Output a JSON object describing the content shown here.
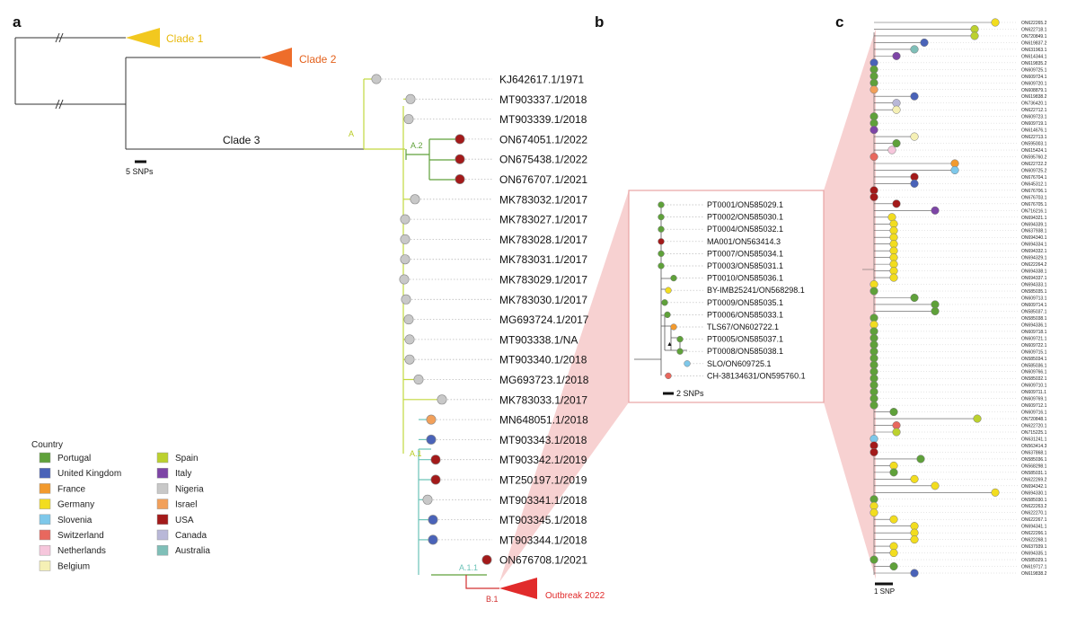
{
  "panels": {
    "a": "a",
    "b": "b",
    "c": "c"
  },
  "panel_a": {
    "clade1": "Clade 1",
    "clade2": "Clade 2",
    "clade3": "Clade 3",
    "scale": "5 SNPs",
    "node_labels": {
      "A": "A",
      "A2": "A.2",
      "A1": "A.1",
      "A11": "A.1.1",
      "B1": "B.1"
    },
    "outbreak": "Outbreak 2022",
    "leaves": [
      {
        "label": "KJ642617.1/1971",
        "color": "#c8c8c8"
      },
      {
        "label": "MT903337.1/2018",
        "color": "#c8c8c8"
      },
      {
        "label": "MT903339.1/2018",
        "color": "#c8c8c8"
      },
      {
        "label": "ON674051.1/2022",
        "color": "#a31a1a"
      },
      {
        "label": "ON675438.1/2022",
        "color": "#a31a1a"
      },
      {
        "label": "ON676707.1/2021",
        "color": "#a31a1a"
      },
      {
        "label": "MK783032.1/2017",
        "color": "#c8c8c8"
      },
      {
        "label": "MK783027.1/2017",
        "color": "#c8c8c8"
      },
      {
        "label": "MK783028.1/2017",
        "color": "#c8c8c8"
      },
      {
        "label": "MK783031.1/2017",
        "color": "#c8c8c8"
      },
      {
        "label": "MK783029.1/2017",
        "color": "#c8c8c8"
      },
      {
        "label": "MK783030.1/2017",
        "color": "#c8c8c8"
      },
      {
        "label": "MG693724.1/2017",
        "color": "#c8c8c8"
      },
      {
        "label": "MT903338.1/NA",
        "color": "#c8c8c8"
      },
      {
        "label": "MT903340.1/2018",
        "color": "#c8c8c8"
      },
      {
        "label": "MG693723.1/2018",
        "color": "#c8c8c8"
      },
      {
        "label": "MK783033.1/2017",
        "color": "#c8c8c8"
      },
      {
        "label": "MN648051.1/2018",
        "color": "#f2a05a"
      },
      {
        "label": "MT903343.1/2018",
        "color": "#4a63b8"
      },
      {
        "label": "MT903342.1/2019",
        "color": "#a31a1a"
      },
      {
        "label": "MT250197.1/2019",
        "color": "#a31a1a"
      },
      {
        "label": "MT903341.1/2018",
        "color": "#c8c8c8"
      },
      {
        "label": "MT903345.1/2018",
        "color": "#4a63b8"
      },
      {
        "label": "MT903344.1/2018",
        "color": "#4a63b8"
      },
      {
        "label": "ON676708.1/2021",
        "color": "#a31a1a"
      }
    ]
  },
  "panel_b": {
    "scale": "2 SNPs",
    "leaves": [
      {
        "label": "PT0001/ON585029.1",
        "color": "#5fa13a"
      },
      {
        "label": "PT0002/ON585030.1",
        "color": "#5fa13a"
      },
      {
        "label": "PT0004/ON585032.1",
        "color": "#5fa13a"
      },
      {
        "label": "MA001/ON563414.3",
        "color": "#a31a1a"
      },
      {
        "label": "PT0007/ON585034.1",
        "color": "#5fa13a"
      },
      {
        "label": "PT0003/ON585031.1",
        "color": "#5fa13a"
      },
      {
        "label": "PT0010/ON585036.1",
        "color": "#5fa13a"
      },
      {
        "label": "BY-IMB25241/ON568298.1",
        "color": "#f2dd1f"
      },
      {
        "label": "PT0009/ON585035.1",
        "color": "#5fa13a"
      },
      {
        "label": "PT0006/ON585033.1",
        "color": "#5fa13a"
      },
      {
        "label": "TLS67/ON602722.1",
        "color": "#f29a2e"
      },
      {
        "label": "PT0005/ON585037.1",
        "color": "#5fa13a"
      },
      {
        "label": "PT0008/ON585038.1",
        "color": "#5fa13a"
      },
      {
        "label": "SLO/ON609725.1",
        "color": "#7ec8ea"
      },
      {
        "label": "CH-38134631/ON595760.1",
        "color": "#e8685e"
      }
    ]
  },
  "panel_c": {
    "scale": "1 SNP",
    "leaves": [
      {
        "label": "ON622265.2",
        "color": "#f2dd1f"
      },
      {
        "label": "ON622718.1",
        "color": "#bcd12e"
      },
      {
        "label": "ON720849.1",
        "color": "#bcd12e"
      },
      {
        "label": "ON619837.2",
        "color": "#4a63b8"
      },
      {
        "label": "ON631963.1",
        "color": "#7fbfb8"
      },
      {
        "label": "ON614344.1",
        "color": "#7d45a6"
      },
      {
        "label": "ON619835.2",
        "color": "#4a63b8"
      },
      {
        "label": "ON609725.1",
        "color": "#5fa13a"
      },
      {
        "label": "ON609724.1",
        "color": "#5fa13a"
      },
      {
        "label": "ON609720.1",
        "color": "#5fa13a"
      },
      {
        "label": "ON608879.1",
        "color": "#f2a05a"
      },
      {
        "label": "ON619838.2",
        "color": "#4a63b8"
      },
      {
        "label": "ON736420.1",
        "color": "#b9b8d8"
      },
      {
        "label": "ON622712.1",
        "color": "#f5f0b5"
      },
      {
        "label": "ON609723.1",
        "color": "#5fa13a"
      },
      {
        "label": "ON609719.1",
        "color": "#5fa13a"
      },
      {
        "label": "ON614676.1",
        "color": "#7d45a6"
      },
      {
        "label": "ON622713.1",
        "color": "#f5f0b5"
      },
      {
        "label": "ON595003.1",
        "color": "#5fa13a"
      },
      {
        "label": "ON615424.1",
        "color": "#f6c6dc"
      },
      {
        "label": "ON595760.2",
        "color": "#e8685e"
      },
      {
        "label": "ON622722.2",
        "color": "#f29a2e"
      },
      {
        "label": "ON609725.2",
        "color": "#7ec8ea"
      },
      {
        "label": "ON676704.1",
        "color": "#a31a1a"
      },
      {
        "label": "ON645312.1",
        "color": "#4a63b8"
      },
      {
        "label": "ON676706.1",
        "color": "#a31a1a"
      },
      {
        "label": "ON676703.1",
        "color": "#a31a1a"
      },
      {
        "label": "ON676705.1",
        "color": "#a31a1a"
      },
      {
        "label": "ON716216.1",
        "color": "#7d45a6"
      },
      {
        "label": "ON694321.1",
        "color": "#f2dd1f"
      },
      {
        "label": "ON694339.1",
        "color": "#f2dd1f"
      },
      {
        "label": "ON637938.1",
        "color": "#f2dd1f"
      },
      {
        "label": "ON694340.1",
        "color": "#f2dd1f"
      },
      {
        "label": "ON694334.1",
        "color": "#f2dd1f"
      },
      {
        "label": "ON694332.1",
        "color": "#f2dd1f"
      },
      {
        "label": "ON694329.1",
        "color": "#f2dd1f"
      },
      {
        "label": "ON622264.2",
        "color": "#f2dd1f"
      },
      {
        "label": "ON694338.1",
        "color": "#f2dd1f"
      },
      {
        "label": "ON694337.1",
        "color": "#f2dd1f"
      },
      {
        "label": "ON694333.1",
        "color": "#f2dd1f"
      },
      {
        "label": "ON585035.1",
        "color": "#5fa13a"
      },
      {
        "label": "ON609713.1",
        "color": "#5fa13a"
      },
      {
        "label": "ON609714.1",
        "color": "#5fa13a"
      },
      {
        "label": "ON585037.1",
        "color": "#5fa13a"
      },
      {
        "label": "ON585038.1",
        "color": "#5fa13a"
      },
      {
        "label": "ON694336.1",
        "color": "#f2dd1f"
      },
      {
        "label": "ON609718.1",
        "color": "#5fa13a"
      },
      {
        "label": "ON609721.1",
        "color": "#5fa13a"
      },
      {
        "label": "ON609722.1",
        "color": "#5fa13a"
      },
      {
        "label": "ON609715.1",
        "color": "#5fa13a"
      },
      {
        "label": "ON585034.1",
        "color": "#5fa13a"
      },
      {
        "label": "ON585036.1",
        "color": "#5fa13a"
      },
      {
        "label": "ON609766.1",
        "color": "#5fa13a"
      },
      {
        "label": "ON585032.1",
        "color": "#5fa13a"
      },
      {
        "label": "ON609710.1",
        "color": "#5fa13a"
      },
      {
        "label": "ON609711.1",
        "color": "#5fa13a"
      },
      {
        "label": "ON609769.1",
        "color": "#5fa13a"
      },
      {
        "label": "ON609712.1",
        "color": "#5fa13a"
      },
      {
        "label": "ON609716.1",
        "color": "#5fa13a"
      },
      {
        "label": "ON720848.1",
        "color": "#bcd12e"
      },
      {
        "label": "ON622720.1",
        "color": "#e8685e"
      },
      {
        "label": "ON715225.1",
        "color": "#bcd12e"
      },
      {
        "label": "ON631241.1",
        "color": "#7ec8ea"
      },
      {
        "label": "ON563414.3",
        "color": "#a31a1a"
      },
      {
        "label": "ON637868.1",
        "color": "#a31a1a"
      },
      {
        "label": "ON585036.1",
        "color": "#5fa13a"
      },
      {
        "label": "ON568298.1",
        "color": "#f2dd1f"
      },
      {
        "label": "ON585031.1",
        "color": "#5fa13a"
      },
      {
        "label": "ON622269.2",
        "color": "#f2dd1f"
      },
      {
        "label": "ON694342.1",
        "color": "#f2dd1f"
      },
      {
        "label": "ON694330.1",
        "color": "#f2dd1f"
      },
      {
        "label": "ON585030.1",
        "color": "#5fa13a"
      },
      {
        "label": "ON622263.2",
        "color": "#f2dd1f"
      },
      {
        "label": "ON622270.1",
        "color": "#f2dd1f"
      },
      {
        "label": "ON622267.1",
        "color": "#f2dd1f"
      },
      {
        "label": "ON694341.1",
        "color": "#f2dd1f"
      },
      {
        "label": "ON622266.1",
        "color": "#f2dd1f"
      },
      {
        "label": "ON622268.1",
        "color": "#f2dd1f"
      },
      {
        "label": "ON637939.1",
        "color": "#f2dd1f"
      },
      {
        "label": "ON694335.1",
        "color": "#f2dd1f"
      },
      {
        "label": "ON585029.1",
        "color": "#5fa13a"
      },
      {
        "label": "ON619717.1",
        "color": "#5fa13a"
      },
      {
        "label": "ON619838.2",
        "color": "#4a63b8"
      }
    ]
  },
  "legend": {
    "title": "Country",
    "items": [
      {
        "label": "Portugal",
        "color": "#5fa13a"
      },
      {
        "label": "United Kingdom",
        "color": "#4a63b8"
      },
      {
        "label": "France",
        "color": "#f29a2e"
      },
      {
        "label": "Germany",
        "color": "#f2dd1f"
      },
      {
        "label": "Slovenia",
        "color": "#7ec8ea"
      },
      {
        "label": "Switzerland",
        "color": "#e8685e"
      },
      {
        "label": "Netherlands",
        "color": "#f6c6dc"
      },
      {
        "label": "Belgium",
        "color": "#f5f0b5"
      },
      {
        "label": "Spain",
        "color": "#bcd12e"
      },
      {
        "label": "Italy",
        "color": "#7d45a6"
      },
      {
        "label": "Nigeria",
        "color": "#c8c8c8"
      },
      {
        "label": "Israel",
        "color": "#f2a05a"
      },
      {
        "label": "USA",
        "color": "#a31a1a"
      },
      {
        "label": "Canada",
        "color": "#b9b8d8"
      },
      {
        "label": "Australia",
        "color": "#7fbfb8"
      }
    ]
  }
}
